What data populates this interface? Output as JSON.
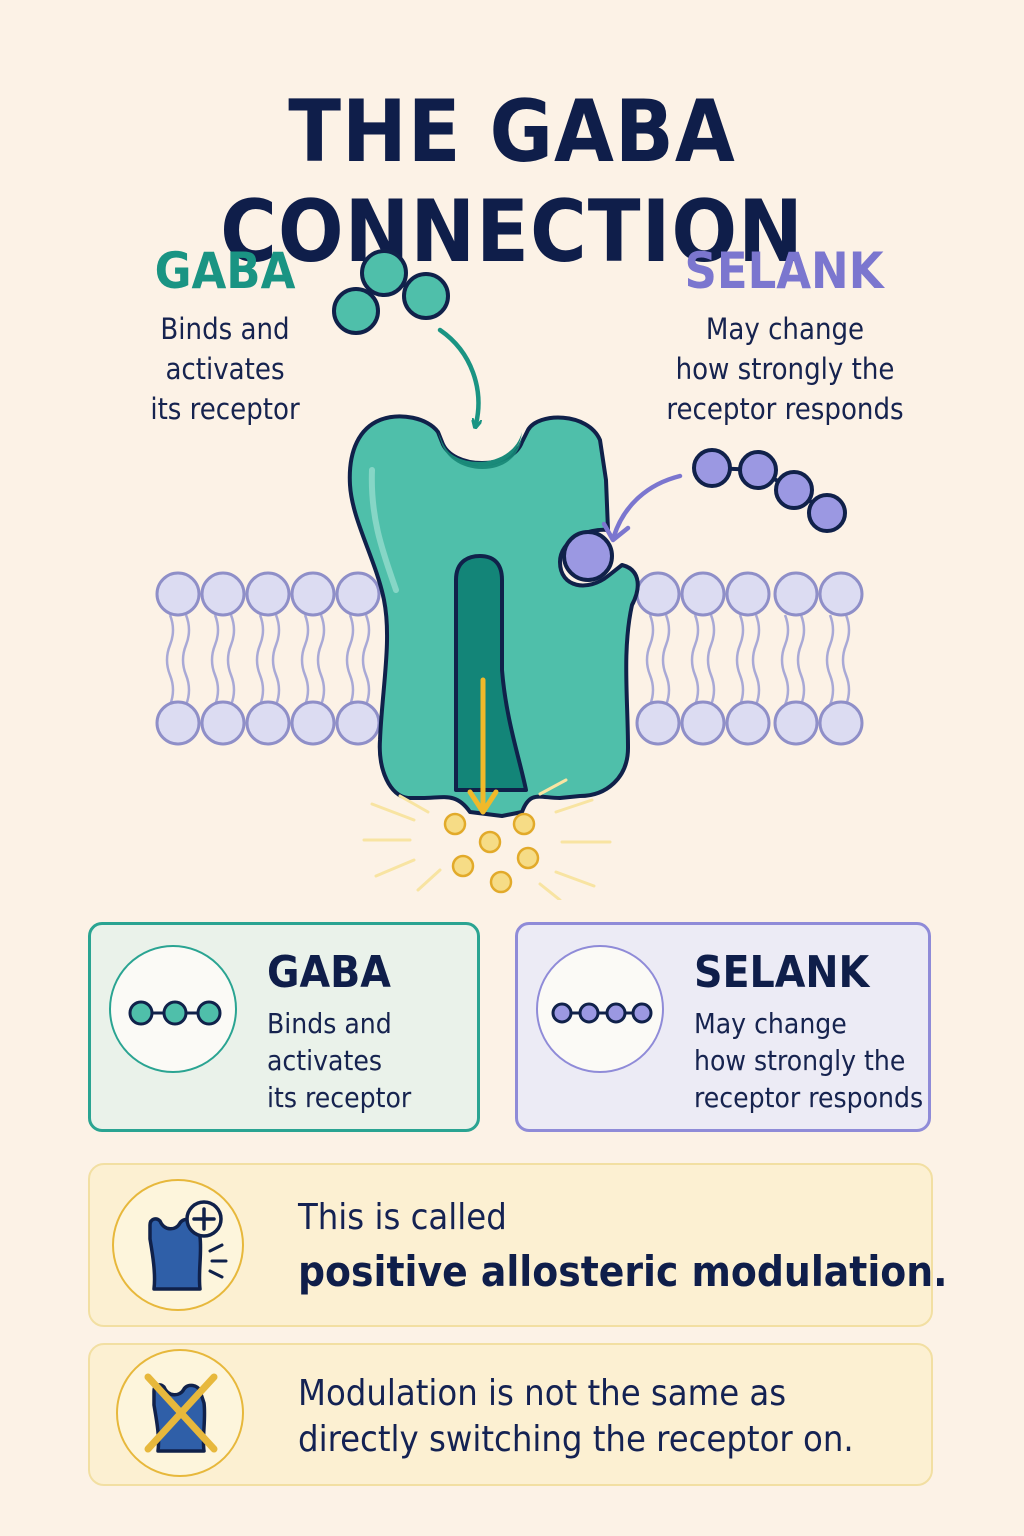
{
  "title": "THE GABA CONNECTION",
  "gaba": {
    "label": "GABA",
    "description_lines": [
      "Binds and",
      "activates",
      "its receptor"
    ]
  },
  "selank": {
    "label": "SELANK",
    "description_lines": [
      "May change",
      "how strongly the",
      "receptor responds"
    ]
  },
  "cards": {
    "gaba": {
      "title": "GABA",
      "lines": [
        "Binds and",
        "activates",
        "its receptor"
      ]
    },
    "selank": {
      "title": "SELANK",
      "lines": [
        "May change",
        "how strongly the",
        "receptor responds"
      ]
    }
  },
  "notes": {
    "modulation": {
      "line1": "This is called",
      "line2": "positive allosteric modulation."
    },
    "caution": {
      "lines": [
        "Modulation is not the same as",
        "directly switching the receptor on."
      ]
    }
  },
  "colors": {
    "background": "#fcf2e6",
    "title": "#0f1e4a",
    "gaba": "#1a9483",
    "receptor": "#4fbfaa",
    "selank": "#7b76cf",
    "membrane": "#dcdcf2",
    "ions": "#f0c84a",
    "note_border": "#e7b83c"
  },
  "icons": {
    "gaba_molecule": "gaba-molecule-icon",
    "selank_molecule": "selank-molecule-icon",
    "receptor_plus": "receptor-plus-icon",
    "receptor_crossed": "receptor-crossed-icon"
  }
}
